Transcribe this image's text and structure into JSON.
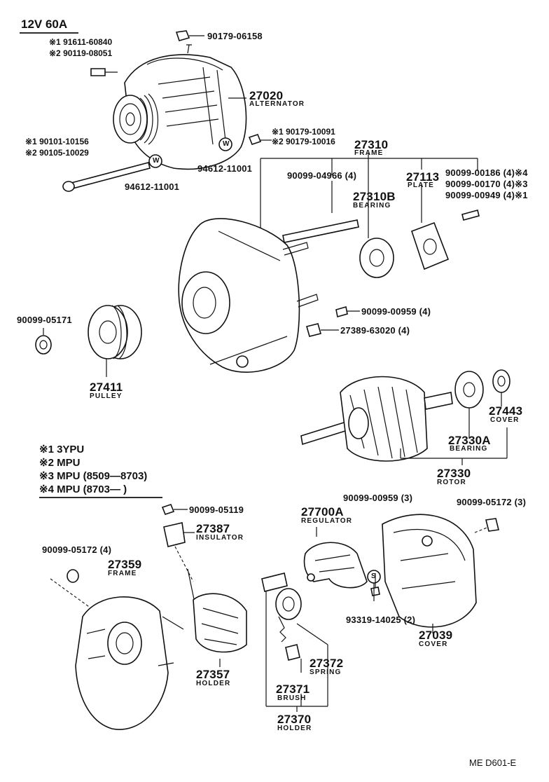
{
  "header": {
    "title": "12V 60A",
    "notes": [
      "※1 91611-60840",
      "※2 90119-08051"
    ]
  },
  "parts": [
    {
      "id": "p_90179_06158",
      "number": "90179-06158"
    },
    {
      "id": "p_27020",
      "number": "27020",
      "name": "ALTERNATOR"
    },
    {
      "id": "p_27020_notes_bolt",
      "notes": [
        "※1 90101-10156",
        "※2 90105-10029"
      ]
    },
    {
      "id": "p_94612_a",
      "number": "94612-11001"
    },
    {
      "id": "p_94612_b",
      "number": "94612-11001"
    },
    {
      "id": "p_90179_notes",
      "notes": [
        "※1 90179-10091",
        "※2 90179-10016"
      ]
    },
    {
      "id": "p_27310",
      "number": "27310",
      "name": "FRAME"
    },
    {
      "id": "p_90099_04966",
      "number": "90099-04966 (4)"
    },
    {
      "id": "p_27113",
      "number": "27113",
      "name": "PLATE"
    },
    {
      "id": "p_screws",
      "lines": [
        "90099-00186 (4)※4",
        "90099-00170 (4)※3",
        "90099-00949 (4)※1"
      ]
    },
    {
      "id": "p_27310b",
      "number": "27310B",
      "name": "BEARING"
    },
    {
      "id": "p_90099_05171",
      "number": "90099-05171"
    },
    {
      "id": "p_90099_00959_4",
      "number": "90099-00959 (4)"
    },
    {
      "id": "p_27389",
      "number": "27389-63020 (4)"
    },
    {
      "id": "p_27411",
      "number": "27411",
      "name": "PULLEY"
    },
    {
      "id": "p_27443",
      "number": "27443",
      "name": "COVER"
    },
    {
      "id": "p_27330a",
      "number": "27330A",
      "name": "BEARING"
    },
    {
      "id": "p_27330",
      "number": "27330",
      "name": "ROTOR"
    },
    {
      "id": "p_90099_05119",
      "number": "90099-05119"
    },
    {
      "id": "p_27387",
      "number": "27387",
      "name": "INSULATOR"
    },
    {
      "id": "p_90099_05172_4",
      "number": "90099-05172 (4)"
    },
    {
      "id": "p_27359",
      "number": "27359",
      "name": "FRAME"
    },
    {
      "id": "p_27700a",
      "number": "27700A",
      "name": "REGULATOR"
    },
    {
      "id": "p_90099_00959_3",
      "number": "90099-00959 (3)"
    },
    {
      "id": "p_90099_05172_3",
      "number": "90099-05172 (3)"
    },
    {
      "id": "p_93319",
      "number": "93319-14025 (2)"
    },
    {
      "id": "p_27039",
      "number": "27039",
      "name": "COVER"
    },
    {
      "id": "p_27372",
      "number": "27372",
      "name": "SPRING"
    },
    {
      "id": "p_27357",
      "number": "27357",
      "name": "HOLDER"
    },
    {
      "id": "p_27371",
      "number": "27371",
      "name": "BRUSH"
    },
    {
      "id": "p_27370",
      "number": "27370",
      "name": "HOLDER"
    }
  ],
  "legend": [
    "※1 3YPU",
    "※2 MPU",
    "※3 MPU (8509—8703)",
    "※4 MPU (8703—      )"
  ],
  "washer_mark": "W",
  "seal_mark": "S",
  "footer": {
    "ref": "ME  D601-E"
  }
}
